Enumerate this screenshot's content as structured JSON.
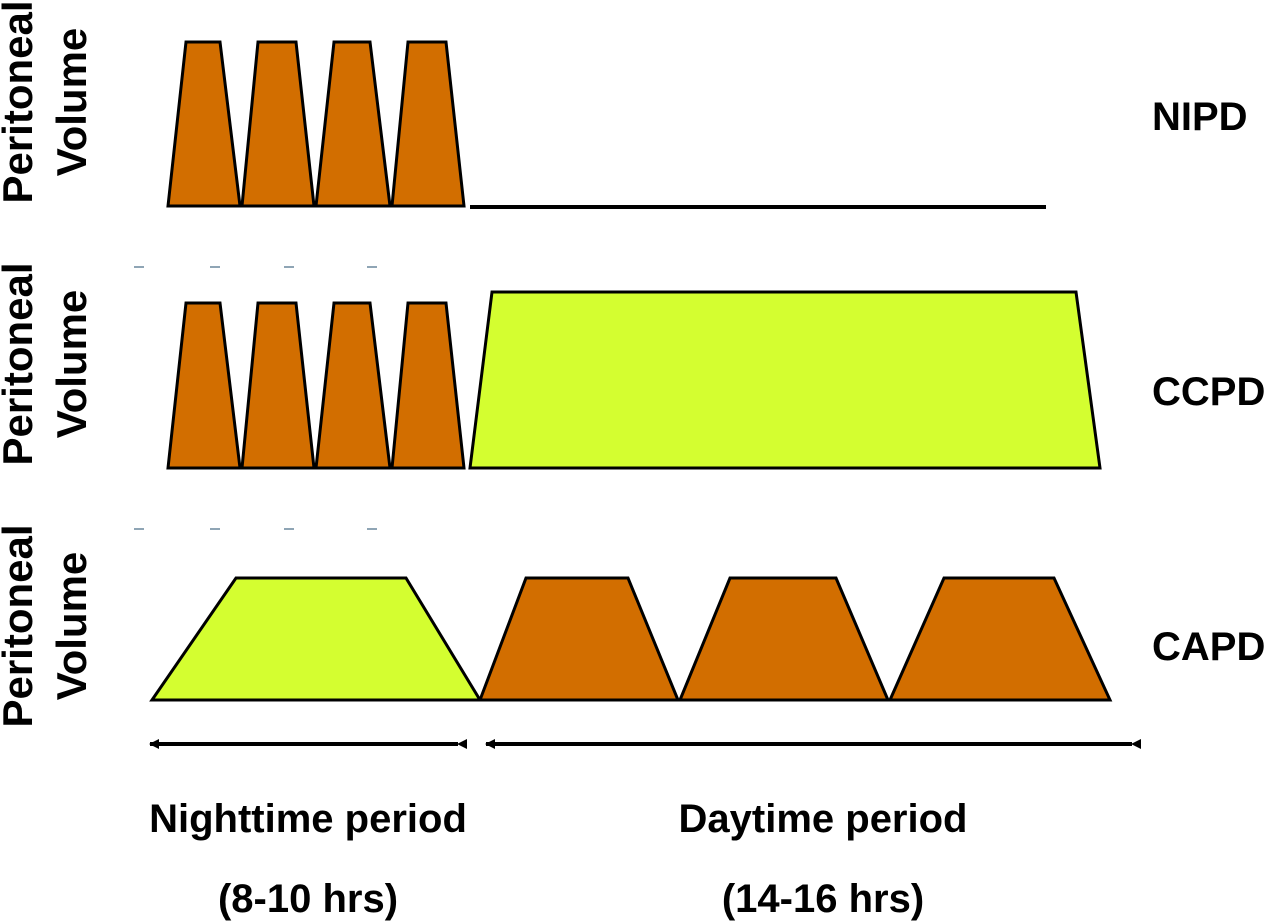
{
  "colors": {
    "exchange": "#d26e00",
    "long_dwell": "#d4fe30",
    "stroke": "#000000",
    "dash": "#8fa5b5"
  },
  "y_axis_label": [
    "Peritoneal",
    "Volume"
  ],
  "rows": [
    {
      "mode": "NIPD",
      "night": "four-cycles",
      "day": "dry"
    },
    {
      "mode": "CCPD",
      "night": "four-cycles",
      "day": "long-dwell"
    },
    {
      "mode": "CAPD",
      "night": "long-dwell",
      "day": "three-exchanges"
    }
  ],
  "periods": [
    {
      "label": "Nighttime period",
      "duration": "(8-10 hrs)"
    },
    {
      "label": "Daytime period",
      "duration": "(14-16 hrs)"
    }
  ]
}
